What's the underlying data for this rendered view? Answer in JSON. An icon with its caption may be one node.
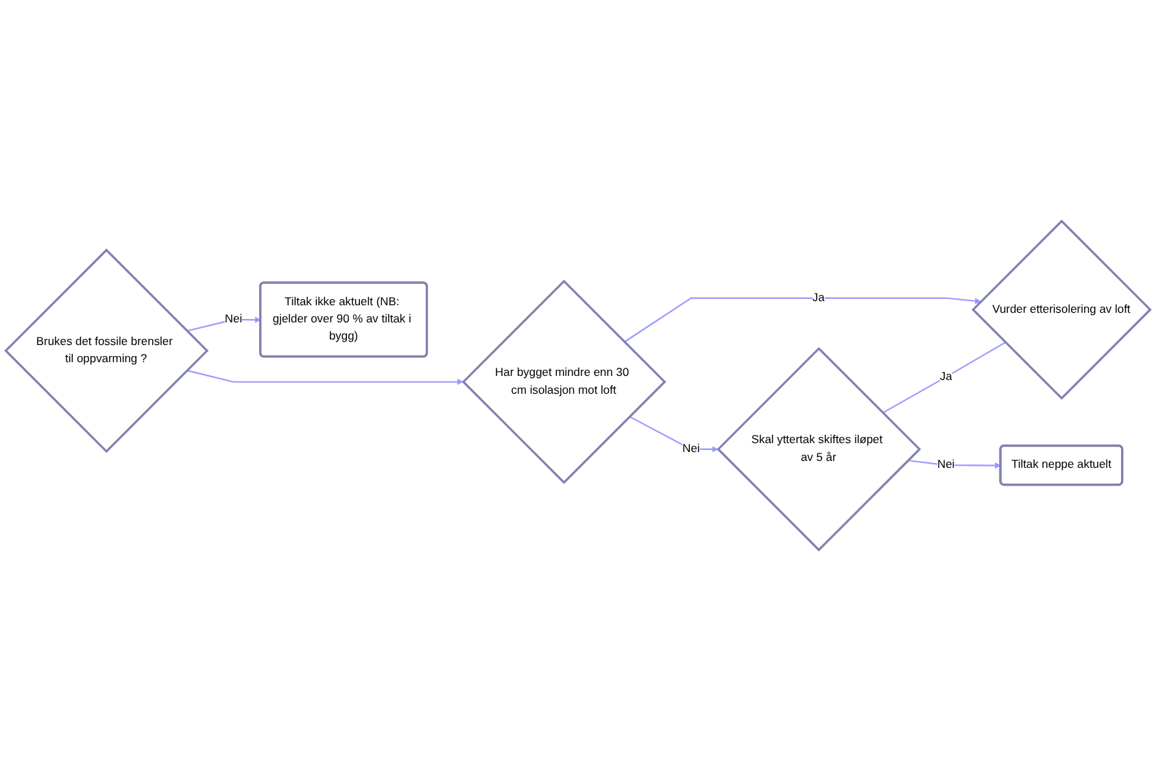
{
  "diagram": {
    "nodes": [
      {
        "text": [
          "Brukes det fossile brensler til oppvarming ?"
        ]
      },
      {
        "text": [
          "Har bygget mindre enn 30 cm isolasjon mot loft"
        ]
      },
      {
        "text": [
          "Tiltak ikke aktuelt (NB: gjelder over 90 % av tiltak i bygg)"
        ]
      },
      {
        "text": [
          "Vurder etterisolering av loft"
        ]
      },
      {
        "text": [
          "Skal yttertak skiftes iløpet av 5 år"
        ]
      },
      {
        "text": [
          "Tiltak neppe aktuelt"
        ]
      }
    ],
    "edges": [
      {
        "from": 0,
        "to": 1,
        "arrow": "to"
      },
      {
        "from": 0,
        "to": 2,
        "arrow": "to",
        "label": "Nei"
      },
      {
        "from": 1,
        "to": 3,
        "arrow": "to",
        "label": "Ja"
      },
      {
        "from": 1,
        "to": 4,
        "arrow": "to",
        "label": "Nei"
      },
      {
        "from": 4,
        "to": 3,
        "arrow": "none",
        "label": "Ja"
      },
      {
        "from": 4,
        "to": 5,
        "arrow": "to",
        "label": "Nei"
      }
    ]
  }
}
